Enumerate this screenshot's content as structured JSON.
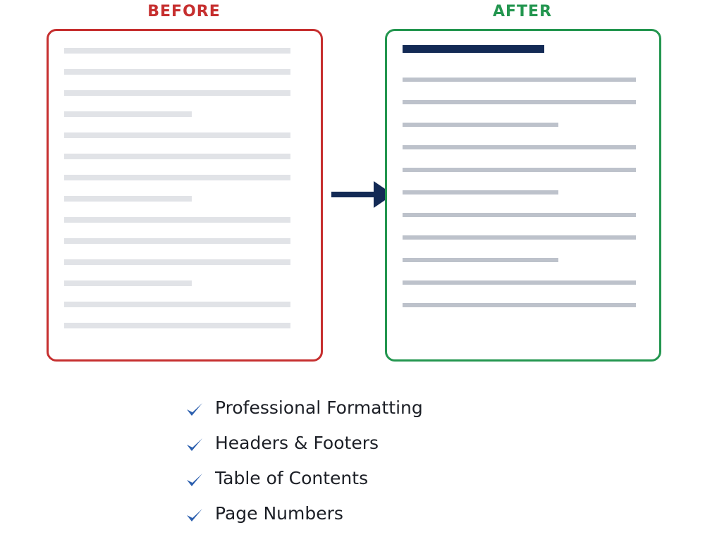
{
  "headings": {
    "before": "BEFORE",
    "after": "AFTER"
  },
  "colors": {
    "before": "#c62f2f",
    "after": "#23964f",
    "accent": "#132a55",
    "check": "#2c5fae",
    "line_light": "#e1e3e7",
    "line_dark": "#bdc2cb"
  },
  "documents": {
    "before": {
      "line_count": 14,
      "line_lengths": [
        "full",
        "full",
        "full",
        "short",
        "full",
        "full",
        "full",
        "short",
        "full",
        "full",
        "full",
        "short",
        "full",
        "full"
      ]
    },
    "after": {
      "has_title_bar": true,
      "line_count": 11,
      "line_lengths": [
        "full",
        "full",
        "short",
        "full",
        "full",
        "short",
        "full",
        "full",
        "short",
        "full",
        "full"
      ]
    }
  },
  "arrow": {
    "icon": "right-arrow-icon"
  },
  "features": [
    {
      "label": "Professional Formatting",
      "icon": "checkmark-icon"
    },
    {
      "label": "Headers & Footers",
      "icon": "checkmark-icon"
    },
    {
      "label": "Table of Contents",
      "icon": "checkmark-icon"
    },
    {
      "label": "Page Numbers",
      "icon": "checkmark-icon"
    }
  ]
}
